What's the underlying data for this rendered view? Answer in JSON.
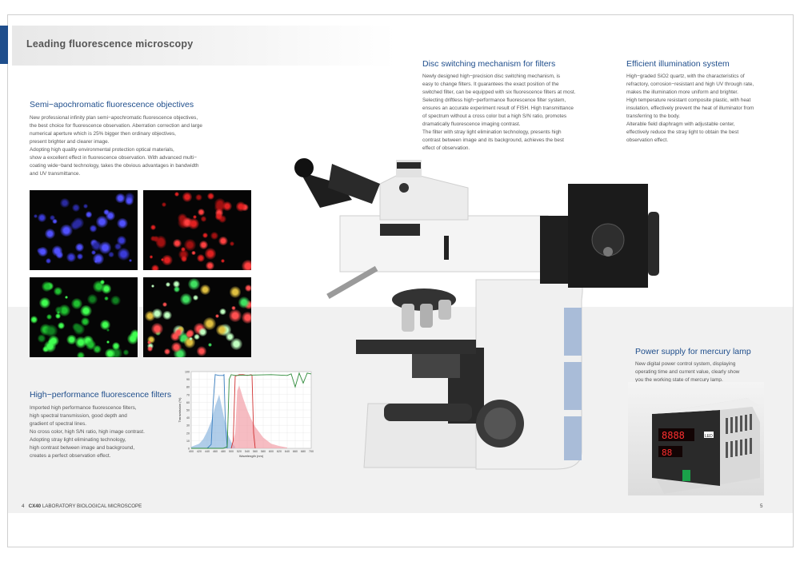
{
  "header": {
    "title": "Leading fluorescence microscopy"
  },
  "sections": {
    "semi": {
      "heading": "Semi−apochromatic fluorescence objectives",
      "lines": [
        "New professional infinity plan semi−apochromatic fluorescence objectives,",
        "the best choice for fluorescence observation. Aberration correction and large",
        "numerical aperture which is 25% bigger then ordinary objectives,",
        "present brighter and clearer image.",
        "Adopting high quality environmental protection optical materials,",
        "show a excellent effect in fluorescence observation. With advanced multi−",
        "coating wide−band technology, takes the obvious advantages in bandwidth",
        "and UV transmittance."
      ]
    },
    "filters": {
      "heading": "High−performance fluorescence filters",
      "lines": [
        "Imported high performance fluorescence filters,",
        "high spectral transmission, good depth and",
        "gradient of spectral lines.",
        "No cross color, high S/N ratio, high image contrast.",
        "Adopting stray light eliminating technology,",
        "high contrast between image and background,",
        "creates a perfect observation effect."
      ]
    },
    "disc": {
      "heading": "Disc switching mechanism for filters",
      "lines": [
        "Newly designed high−precision disc switching mechanism, is",
        "easy to change filters. It guarantees the exact position of the",
        "switched filter, can be equipped with six fluorescence filters at most.",
        "Selecting driftless high−performance fluorescence filter system,",
        "ensures an accurate experiment result of FISH. High transmittance",
        "of spectrum without a cross color but a high S/N ratio, promotes",
        "dramatically fluorescence imaging contrast.",
        "The filter with stray light elimination technology, presents high",
        "contrast between image and its background, achieves the best",
        "effect of observation."
      ]
    },
    "illum": {
      "heading": "Efficient illumination system",
      "lines": [
        "High−graded SiO2 quartz, with the characteristics of",
        "refractory, corrosion−resistant and high UV through rate,",
        "makes the illumination more uniform and brighter.",
        "High temperature resistant composite plastic, with heat",
        "insulation, effectively prevent the heat of illuminator from",
        "transferring to the body.",
        "Alterable field diaphragm with adjustable center,",
        "effectively reduce the stray light to obtain the best",
        "observation effect."
      ]
    },
    "power": {
      "heading": "Power supply for mercury lamp",
      "lines": [
        "New digital power control system, displaying",
        "operating time and current value, clearly show",
        "you the working state of mercury lamp."
      ]
    }
  },
  "chart_data": {
    "type": "line",
    "xlabel": "Wavelength (nm)",
    "ylabel": "Transmission (%)",
    "xlim": [
      400,
      700
    ],
    "ylim": [
      0,
      100
    ],
    "xticks": [
      400,
      420,
      440,
      460,
      480,
      500,
      520,
      540,
      560,
      580,
      600,
      620,
      640,
      660,
      680,
      700
    ],
    "yticks": [
      0,
      10,
      20,
      30,
      40,
      50,
      60,
      70,
      80,
      90,
      100
    ],
    "series": [
      {
        "color": "#8fb8e0",
        "x": [
          400,
          420,
          430,
          440,
          450,
          460,
          470,
          480,
          490,
          500,
          510
        ],
        "y": [
          2,
          6,
          12,
          22,
          35,
          55,
          70,
          45,
          20,
          8,
          2
        ]
      },
      {
        "color": "#f2a0a8",
        "x": [
          500,
          510,
          515,
          520,
          530,
          540,
          550,
          560,
          580,
          600,
          620,
          640
        ],
        "y": [
          0,
          20,
          75,
          82,
          65,
          50,
          38,
          28,
          14,
          6,
          3,
          1
        ]
      },
      {
        "color": "#3a7fc0",
        "x": [
          440,
          450,
          455,
          460,
          470,
          480,
          482,
          485,
          490
        ],
        "y": [
          0,
          5,
          60,
          96,
          95,
          95,
          96,
          40,
          0
        ]
      },
      {
        "color": "#d03030",
        "x": [
          500,
          505,
          510,
          520,
          530,
          540,
          550,
          552,
          556,
          560
        ],
        "y": [
          0,
          10,
          94,
          96,
          96,
          95,
          96,
          95,
          20,
          0
        ]
      },
      {
        "color": "#2e8b3a",
        "x": [
          400,
          480,
          490,
          495,
          500,
          510,
          600,
          640,
          650,
          660,
          670,
          680,
          690,
          700
        ],
        "y": [
          0,
          0,
          2,
          90,
          96,
          95,
          96,
          95,
          97,
          80,
          98,
          85,
          98,
          97
        ]
      }
    ]
  },
  "psu": {
    "display_top": "8888",
    "display_bottom": "88",
    "label": "LED"
  },
  "footer": {
    "page_left": "4",
    "product": "CX40",
    "product_desc": "LABORATORY BIOLOGICAL MICROSCOPE",
    "page_right": "5"
  }
}
